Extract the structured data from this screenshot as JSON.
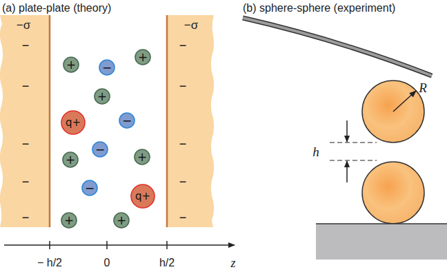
{
  "diagram": {
    "nodes": [
      {
        "text": [
          "+"
        ]
      },
      {
        "text": [
          "+"
        ]
      },
      {
        "text": [
          "−"
        ]
      },
      {
        "text": [
          "+"
        ]
      },
      {
        "text": [
          "−"
        ]
      },
      {
        "text": [
          "q+"
        ]
      },
      {
        "text": [
          "−"
        ]
      },
      {
        "text": [
          "+"
        ]
      },
      {
        "text": [
          "+"
        ]
      },
      {
        "text": [
          "−"
        ]
      },
      {
        "text": [
          "q+"
        ]
      },
      {
        "text": [
          "+"
        ]
      },
      {
        "text": [
          "+"
        ]
      }
    ],
    "labels": [
      "(a) plate-plate (theory)",
      "(b) sphere-sphere (experiment)",
      "−σ",
      "−σ",
      "−",
      "−",
      "−",
      "−",
      "−",
      "−",
      "−",
      "−",
      "−",
      "−",
      "− h/2",
      "0",
      "h/2",
      "z",
      "h",
      "R"
    ]
  }
}
